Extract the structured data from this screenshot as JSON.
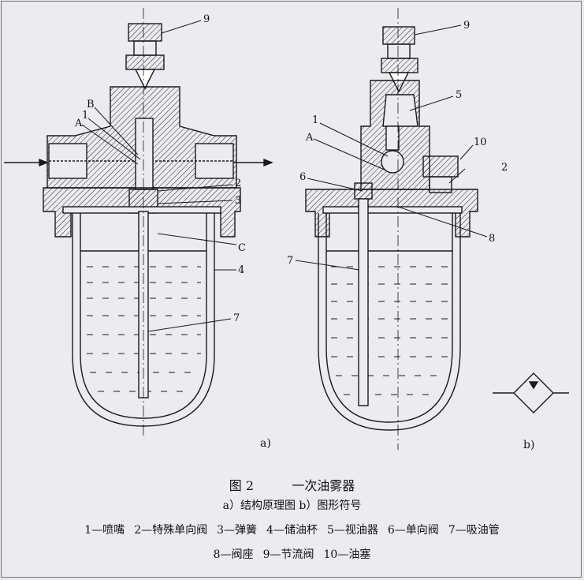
{
  "figure": {
    "title_number": "图 2",
    "title_text": "一次油雾器",
    "subcaption": "a）结构原理图   b）图形符号",
    "panel_a_label": "a)",
    "panel_b_label": "b)"
  },
  "callouts_a": [
    "9",
    "B",
    "A",
    "1",
    "2",
    "3",
    "C",
    "4",
    "7"
  ],
  "callouts_b": [
    "9",
    "5",
    "1",
    "A",
    "10",
    "6",
    "2",
    "7",
    "8"
  ],
  "legend_row1": [
    "1—喷嘴",
    "2—特殊单向阀",
    "3—弹簧",
    "4—储油杯",
    "5—视油器",
    "6—单向阀",
    "7—吸油管"
  ],
  "legend_row2": [
    "8—阀座",
    "9—节流阀",
    "10—油塞"
  ]
}
